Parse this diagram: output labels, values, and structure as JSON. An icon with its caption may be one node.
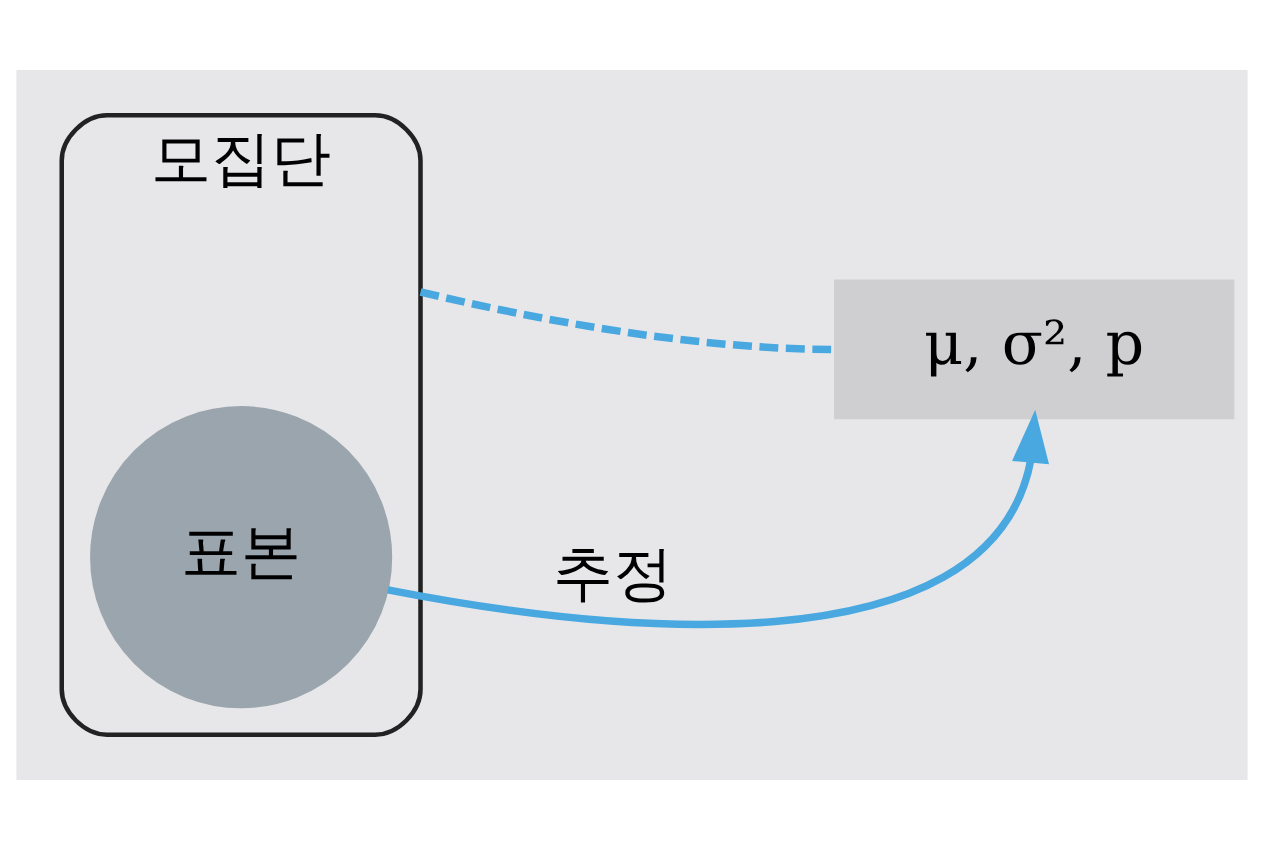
{
  "diagram": {
    "nodes": [
      {
        "text": [
          "모집단"
        ]
      },
      {
        "text": [
          "표본"
        ],
        "in": 0
      },
      {
        "text": [
          "μ, σ², p"
        ]
      }
    ],
    "edges": [
      {
        "from": 0,
        "to": 2,
        "arrow": "none",
        "style": "dashed",
        "color": "#4aa8e0"
      },
      {
        "from": 1,
        "to": 2,
        "arrow": "to",
        "label": "추정",
        "color": "#4aa8e0"
      }
    ]
  }
}
